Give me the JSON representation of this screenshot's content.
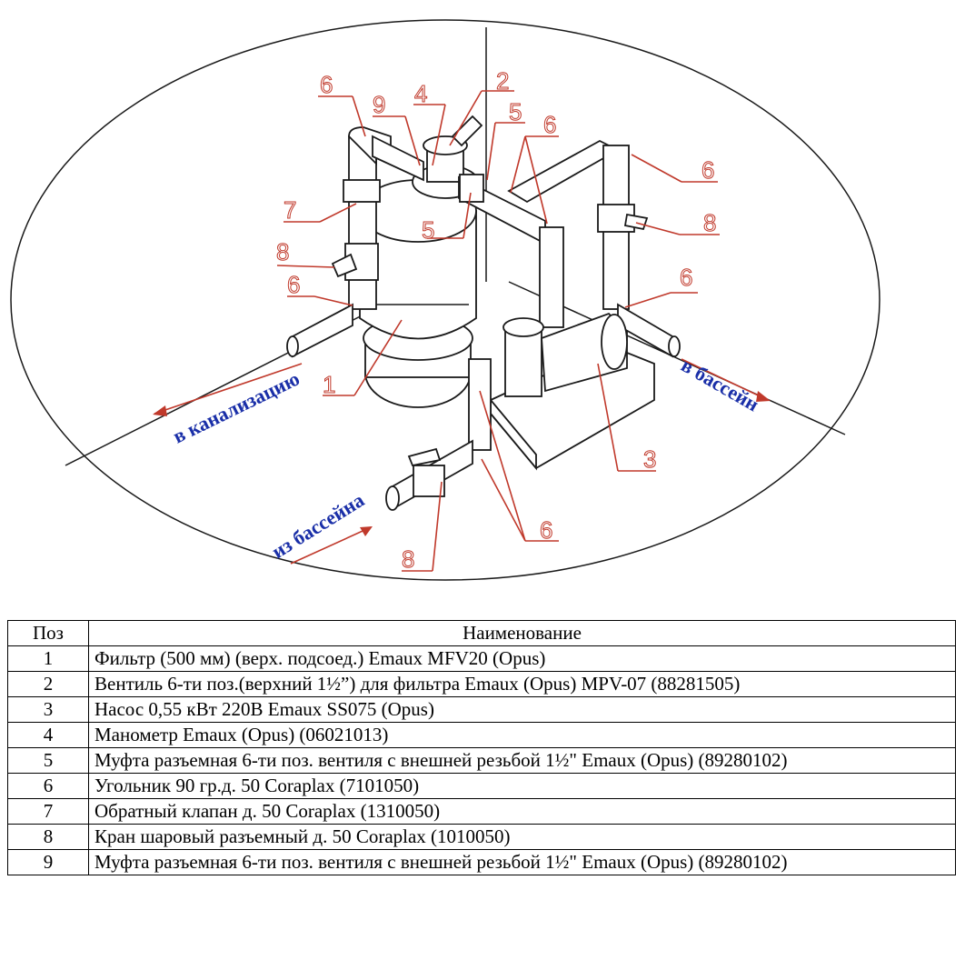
{
  "diagram": {
    "flow_labels": {
      "sewer": "в канализацию",
      "to_pool": "в бассейн",
      "from_pool": "из бассейна"
    },
    "callouts": [
      "6",
      "9",
      "4",
      "2",
      "5",
      "6",
      "6",
      "7",
      "8",
      "5",
      "8",
      "6",
      "6",
      "1",
      "3",
      "6",
      "8"
    ]
  },
  "table": {
    "headers": [
      "Поз",
      "Наименование"
    ],
    "rows": [
      {
        "pos": "1",
        "name": "Фильтр (500 мм)  (верх. подсоед.) Emaux MFV20  (Opus)"
      },
      {
        "pos": "2",
        "name": "Вентиль 6-ти поз.(верхний 1½”) для фильтра Emaux (Opus) MPV-07 (88281505)"
      },
      {
        "pos": "3",
        "name": "Насос 0,55 кВт 220В Emaux SS075 (Opus)"
      },
      {
        "pos": "4",
        "name": "Манометр Emaux (Opus) (06021013)"
      },
      {
        "pos": "5",
        "name": "Муфта разъемная 6-ти поз. вентиля с внешней резьбой 1½\" Emaux (Opus) (89280102)"
      },
      {
        "pos": "6",
        "name": "Угольник 90 гр.д. 50 Coraplax (7101050)"
      },
      {
        "pos": "7",
        "name": "Обратный клапан д.  50 Coraplax (1310050)"
      },
      {
        "pos": "8",
        "name": "Кран шаровый разъемный д. 50 Coraplax (1010050)"
      },
      {
        "pos": "9",
        "name": "Муфта разъемная 6-ти поз. вентиля с внешней резьбой 1½\" Emaux (Opus) (89280102)"
      }
    ]
  }
}
